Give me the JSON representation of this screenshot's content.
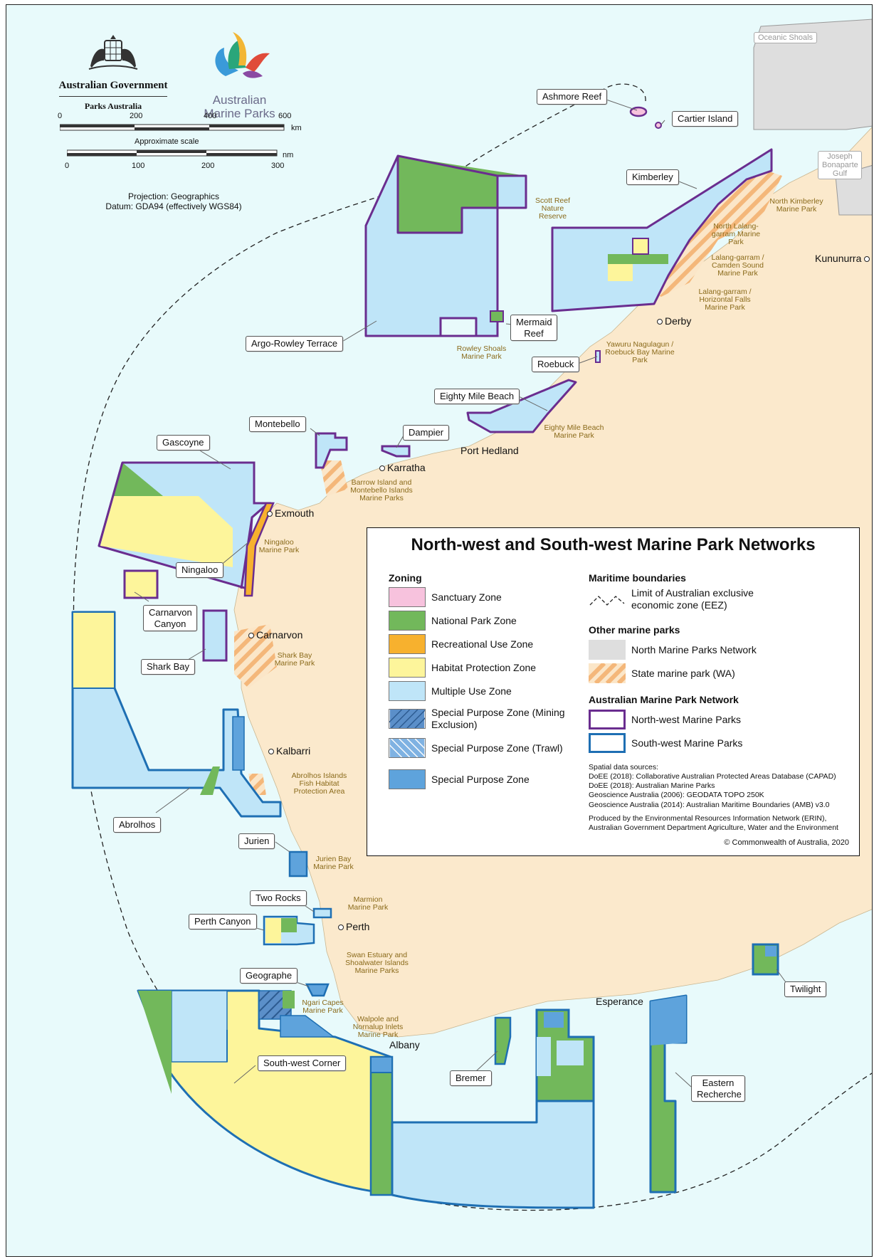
{
  "header": {
    "gov_name": "Australian Government",
    "agency": "Parks Australia",
    "brand_line1": "Australian",
    "brand_line2": "Marine Parks"
  },
  "scale": {
    "km_ticks": [
      "0",
      "200",
      "400",
      "600"
    ],
    "km_unit": "km",
    "caption": "Approximate scale",
    "nm_ticks": [
      "0",
      "100",
      "200",
      "300"
    ],
    "nm_unit": "nm"
  },
  "projection": {
    "line1": "Projection: Geographics",
    "line2": "Datum: GDA94 (effectively WGS84)"
  },
  "parks": {
    "ashmore": "Ashmore Reef",
    "cartier": "Cartier Island",
    "kimberley": "Kimberley",
    "argo": "Argo-Rowley Terrace",
    "mermaid": "Mermaid Reef",
    "roebuck": "Roebuck",
    "eighty_mile": "Eighty Mile Beach",
    "montebello": "Montebello",
    "dampier": "Dampier",
    "gascoyne": "Gascoyne",
    "ningaloo": "Ningaloo",
    "carnarvon_canyon": "Carnarvon Canyon",
    "shark_bay": "Shark Bay",
    "abrolhos": "Abrolhos",
    "jurien": "Jurien",
    "two_rocks": "Two Rocks",
    "perth_canyon": "Perth Canyon",
    "geographe": "Geographe",
    "south_west_corner": "South-west Corner",
    "bremer": "Bremer",
    "eastern_recherche": "Eastern Recherche",
    "twilight": "Twilight"
  },
  "other_areas": {
    "oceanic_shoals": "Oceanic Shoals",
    "joseph_bonaparte": "Joseph Bonaparte Gulf"
  },
  "state_parks": {
    "scott_reef": "Scott Reef Nature Reserve",
    "north_kimberley": "North Kimberley Marine Park",
    "north_lalang": "North Lalang-garram Marine Park",
    "lalang_camden": "Lalang-garram / Camden Sound Marine Park",
    "lalang_horizontal": "Lalang-garram / Horizontal Falls Marine Park",
    "rowley_shoals": "Rowley Shoals Marine Park",
    "yawuru": "Yawuru Nagulagun / Roebuck Bay Marine Park",
    "eighty_mile_state": "Eighty Mile Beach Marine Park",
    "barrow": "Barrow Island and Montebello Islands Marine Parks",
    "ningaloo_state": "Ningaloo Marine Park",
    "shark_bay_state": "Shark Bay Marine Park",
    "abrolhos_fish": "Abrolhos Islands Fish Habitat Protection Area",
    "jurien_bay": "Jurien Bay Marine Park",
    "marmion": "Marmion Marine Park",
    "swan": "Swan Estuary and Shoalwater Islands Marine Parks",
    "ngari": "Ngari Capes Marine Park",
    "walpole": "Walpole and Nornalup Inlets Marine Park"
  },
  "towns": {
    "kununurra": "Kununurra",
    "derby": "Derby",
    "port_hedland": "Port Hedland",
    "karratha": "Karratha",
    "exmouth": "Exmouth",
    "carnarvon": "Carnarvon",
    "kalbarri": "Kalbarri",
    "perth": "Perth",
    "albany": "Albany",
    "esperance": "Esperance"
  },
  "legend": {
    "title": "North-west and South-west Marine Park Networks",
    "zoning_heading": "Zoning",
    "zoning": [
      {
        "label": "Sanctuary Zone",
        "color": "#f7c2dd"
      },
      {
        "label": "National Park Zone",
        "color": "#72b85b"
      },
      {
        "label": "Recreational Use Zone",
        "color": "#f7b12e"
      },
      {
        "label": "Habitat Protection Zone",
        "color": "#fdf59b"
      },
      {
        "label": "Multiple Use Zone",
        "color": "#bfe5f8"
      },
      {
        "label": "Special Purpose Zone (Mining Exclusion)",
        "color": "#5b8fc9"
      },
      {
        "label": "Special Purpose Zone (Trawl)",
        "color": "#7fb2e2"
      },
      {
        "label": "Special Purpose Zone",
        "color": "#5ea3dc"
      }
    ],
    "maritime_heading": "Maritime boundaries",
    "eez_label": "Limit of Australian exclusive economic zone (EEZ)",
    "other_heading": "Other marine parks",
    "north_network": "North Marine Parks Network",
    "state_park": "State marine park (WA)",
    "network_heading": "Australian Marine Park Network",
    "nw_parks": "North-west Marine Parks",
    "nw_color": "#6a2d8f",
    "sw_parks": "South-west Marine Parks",
    "sw_color": "#1e6fb3",
    "sources": [
      "Spatial data sources:",
      "DoEE (2018): Collaborative Australian Protected Areas Database (CAPAD)",
      "DoEE (2018): Australian Marine Parks",
      "Geoscience Australia (2006): GEODATA TOPO 250K",
      "Geoscience Australia (2014): Australian Maritime Boundaries (AMB) v3.0"
    ],
    "credit_line1": "Produced by the Environmental Resources Information Network (ERIN),",
    "credit_line2": "Australian Government Department Agriculture, Water and the Environment",
    "copyright": "© Commonwealth of Australia, 2020"
  }
}
